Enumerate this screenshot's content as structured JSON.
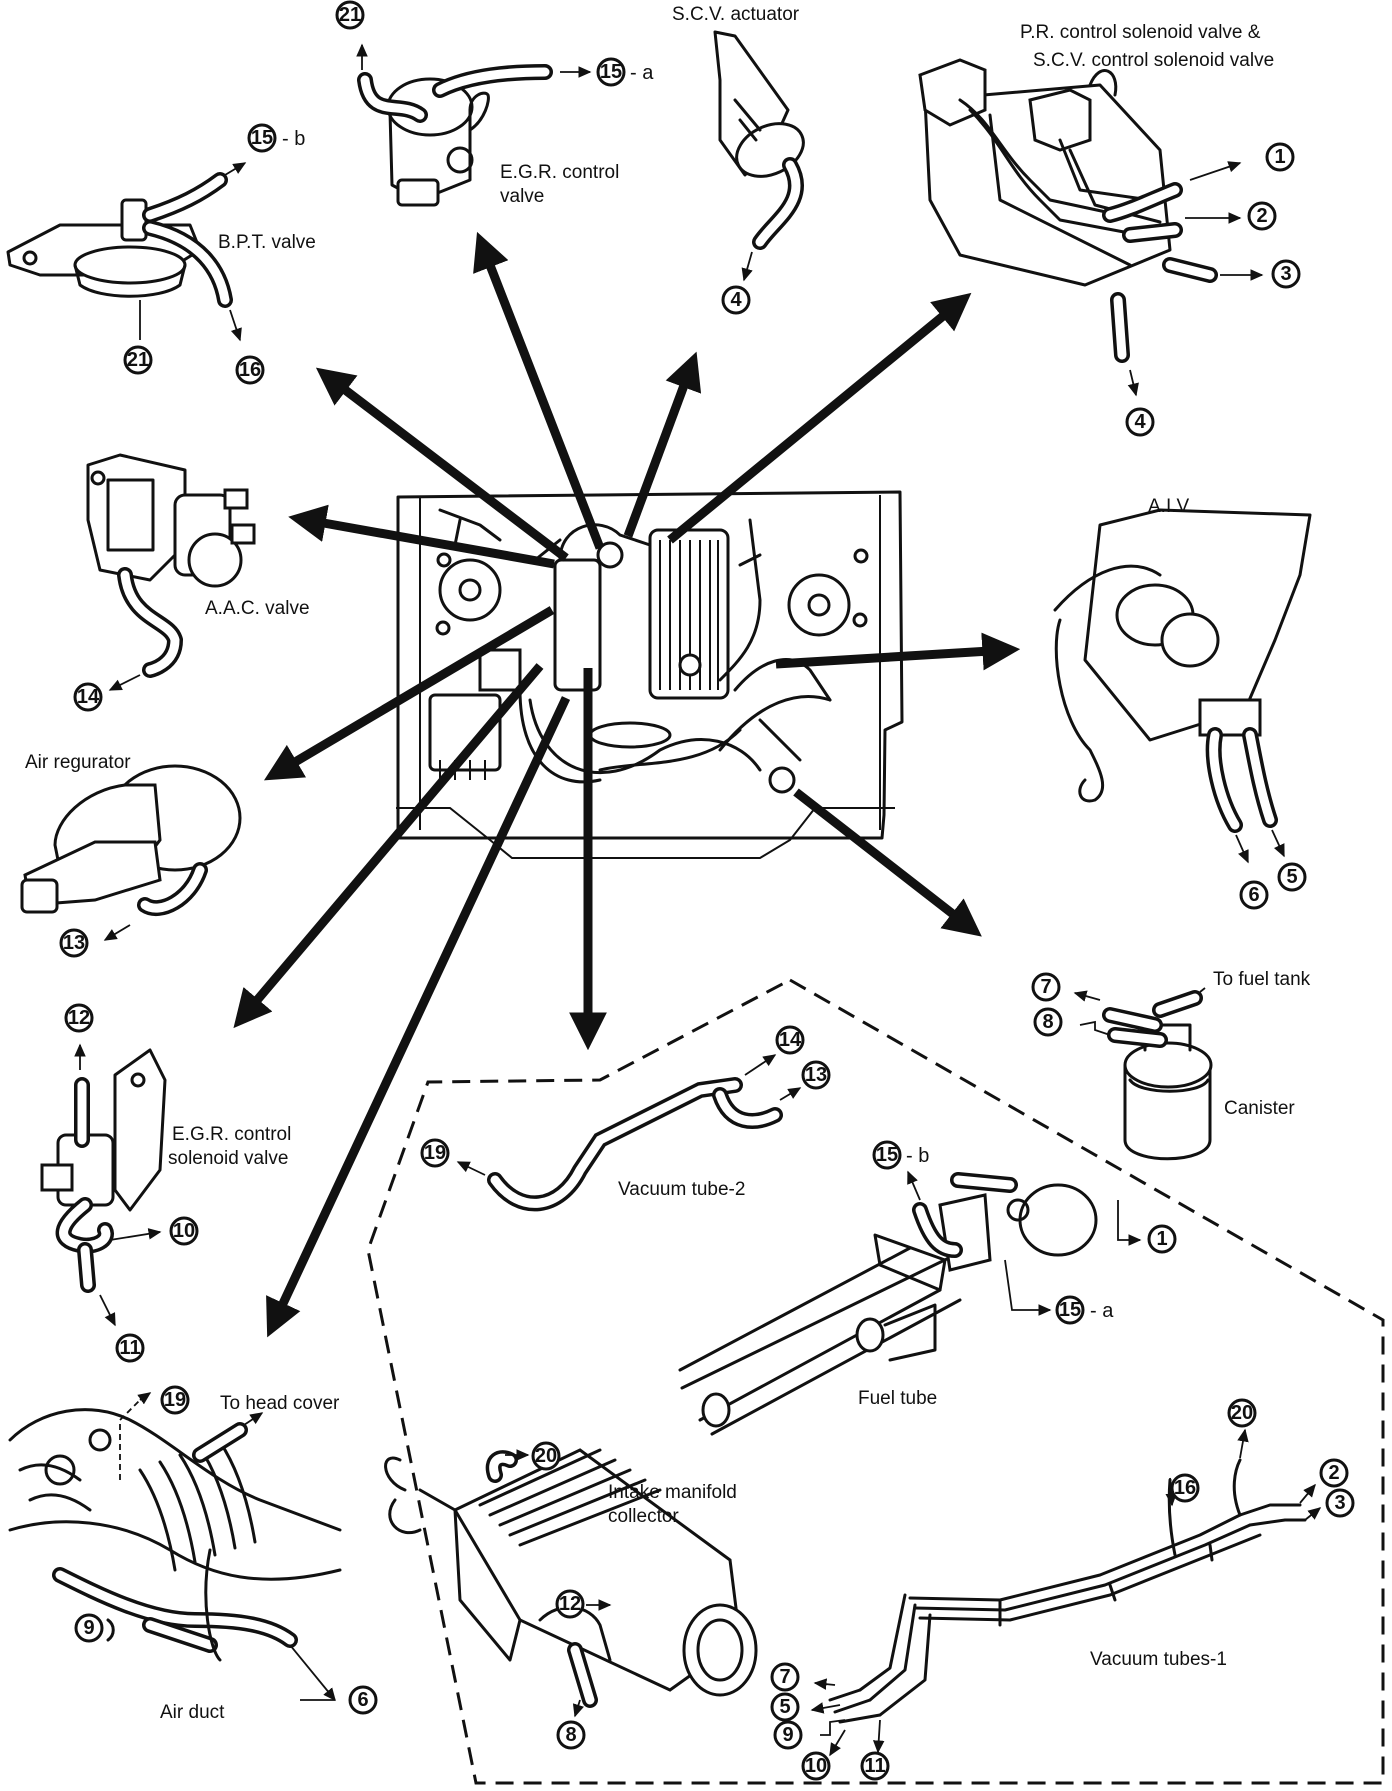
{
  "labels": {
    "scv_actuator": "S.C.V. actuator",
    "pr_valve_line1": "P.R. control solenoid valve &",
    "pr_valve_line2": "S.C.V. control solenoid valve",
    "egr_control_valve_line1": "E.G.R. control",
    "egr_control_valve_line2": "valve",
    "bpt_valve": "B.P.T. valve",
    "aac_valve": "A.A.C. valve",
    "aiv": "A.I.V.",
    "air_regulator": "Air regurator",
    "egr_solenoid_line1": "E.G.R. control",
    "egr_solenoid_line2": "solenoid valve",
    "to_fuel_tank": "To fuel tank",
    "canister": "Canister",
    "vacuum_tube_2": "Vacuum tube-2",
    "fuel_tube": "Fuel tube",
    "to_head_cover": "To head cover",
    "intake_manifold_line1": "Intake manifold",
    "intake_manifold_line2": "collector",
    "vacuum_tubes_1": "Vacuum tubes-1",
    "air_duct": "Air duct"
  },
  "markers": {
    "egr_top_21": "21",
    "egr_15a": "15",
    "egr_15a_sfx": "- a",
    "bpt_15b": "15",
    "bpt_15b_sfx": "- b",
    "bpt_21": "21",
    "bpt_16": "16",
    "scv_4": "4",
    "pr_1": "1",
    "pr_2": "2",
    "pr_3": "3",
    "pr_4": "4",
    "aac_14": "14",
    "aiv_6": "6",
    "aiv_5": "5",
    "airreg_13": "13",
    "egrsol_12": "12",
    "egrsol_10": "10",
    "egrsol_11": "11",
    "can_7": "7",
    "can_8": "8",
    "vt2_14": "14",
    "vt2_13": "13",
    "vt2_19": "19",
    "ft_15b": "15",
    "ft_15b_sfx": "- b",
    "ft_1": "1",
    "ft_15a": "15",
    "ft_15a_sfx": "- a",
    "hc_19": "19",
    "im_20": "20",
    "im_12": "12",
    "im_8": "8",
    "vt1_20": "20",
    "vt1_16": "16",
    "vt1_2": "2",
    "vt1_3": "3",
    "vt1_7": "7",
    "vt1_5": "5",
    "vt1_9": "9",
    "vt1_10": "10",
    "vt1_11": "11",
    "ad_9": "9",
    "ad_6": "6"
  }
}
